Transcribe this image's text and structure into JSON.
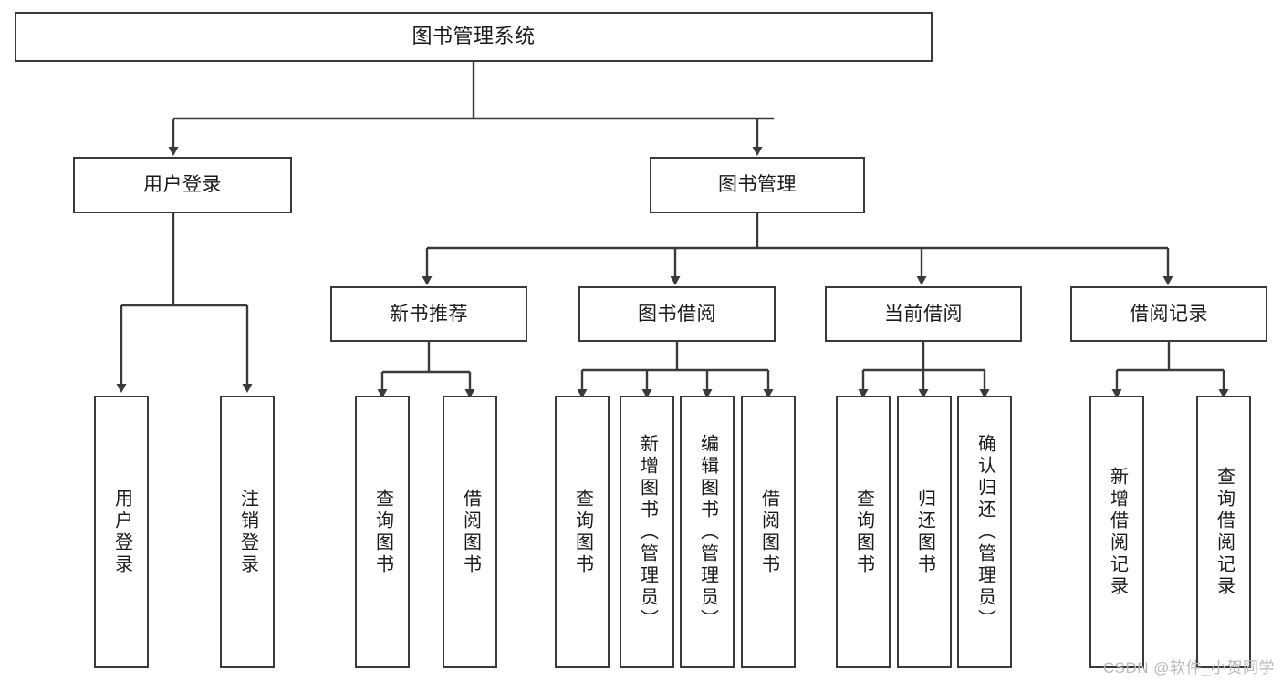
{
  "diagram": {
    "title": "图书管理系统",
    "type": "tree-hierarchy-chart",
    "line_color": "#3a3a3a",
    "box_fill": "#ffffff",
    "text_color": "#1a1a1a"
  },
  "root": {
    "label": "图书管理系统"
  },
  "level2": [
    {
      "label": "用户登录"
    },
    {
      "label": "图书管理"
    }
  ],
  "level3": [
    {
      "label": "新书推荐"
    },
    {
      "label": "图书借阅"
    },
    {
      "label": "当前借阅"
    },
    {
      "label": "借阅记录"
    }
  ],
  "leaves": {
    "user_login": [
      {
        "label": "用户登录"
      },
      {
        "label": "注销登录"
      }
    ],
    "new_book_recommend": [
      {
        "label": "查询图书"
      },
      {
        "label": "借阅图书"
      }
    ],
    "book_borrow": [
      {
        "label": "查询图书"
      },
      {
        "label": "新增图书（管理员）"
      },
      {
        "label": "编辑图书（管理员）"
      },
      {
        "label": "借阅图书"
      }
    ],
    "current_borrow": [
      {
        "label": "查询图书"
      },
      {
        "label": "归还图书"
      },
      {
        "label": "确认归还（管理员）"
      }
    ],
    "borrow_record": [
      {
        "label": "新增借阅记录"
      },
      {
        "label": "查询借阅记录"
      }
    ]
  },
  "watermark": {
    "text": "CSDN @软件_小贺同学"
  }
}
